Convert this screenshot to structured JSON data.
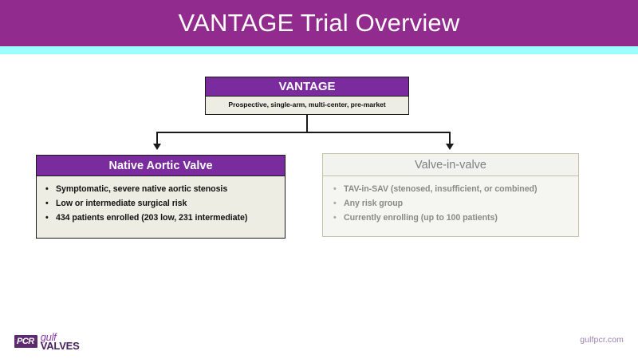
{
  "header": {
    "title": "VANTAGE Trial Overview",
    "bar_color": "#922B8E",
    "accent_color": "#99FFFF",
    "title_color": "#FFFFFF"
  },
  "diagram": {
    "root": {
      "title": "VANTAGE",
      "subtitle": "Prospective, single-arm, multi-center, pre-market",
      "header_color": "#7A2C9E",
      "body_color": "#EEEDE4"
    },
    "branches": [
      {
        "id": "native-aortic-valve",
        "title": "Native Aortic Valve",
        "state": "active",
        "header_color": "#7A2C9E",
        "header_text_color": "#FFFFFF",
        "body_color": "#EEEDE4",
        "border_color": "#1A1A1A",
        "text_color": "#111111",
        "bullet_glyph": "•",
        "bullets": [
          "Symptomatic, severe native aortic stenosis",
          "Low or intermediate surgical risk",
          "434 patients enrolled (203 low, 231 intermediate)"
        ]
      },
      {
        "id": "valve-in-valve",
        "title": "Valve-in-valve",
        "state": "dimmed",
        "header_color": "#F2F2EF",
        "header_text_color": "#7F7F7F",
        "body_color": "#F5F5F2",
        "border_color": "#C6C2A8",
        "text_color": "#8A8A85",
        "bullet_glyph": "•",
        "bullets": [
          "TAV-in-SAV (stenosed, insufficient, or combined)",
          "Any risk group",
          "Currently enrolling (up to 100 patients)"
        ]
      }
    ]
  },
  "footer": {
    "logo": {
      "badge": "PCR",
      "word_top": "gulf",
      "word_bottom": "VALVES"
    },
    "url": "gulfpcr.com"
  }
}
